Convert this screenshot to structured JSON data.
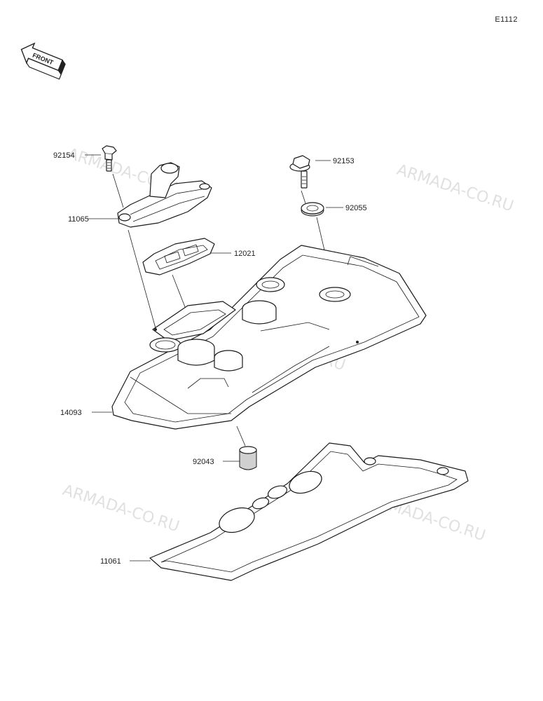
{
  "diagram": {
    "code": "E1112",
    "front_label": "FRONT",
    "watermark": "ARMADA-CO.RU",
    "parts": [
      {
        "number": "92154"
      },
      {
        "number": "11065"
      },
      {
        "number": "12021"
      },
      {
        "number": "14093"
      },
      {
        "number": "92043"
      },
      {
        "number": "11061"
      },
      {
        "number": "92153"
      },
      {
        "number": "92055"
      }
    ]
  }
}
